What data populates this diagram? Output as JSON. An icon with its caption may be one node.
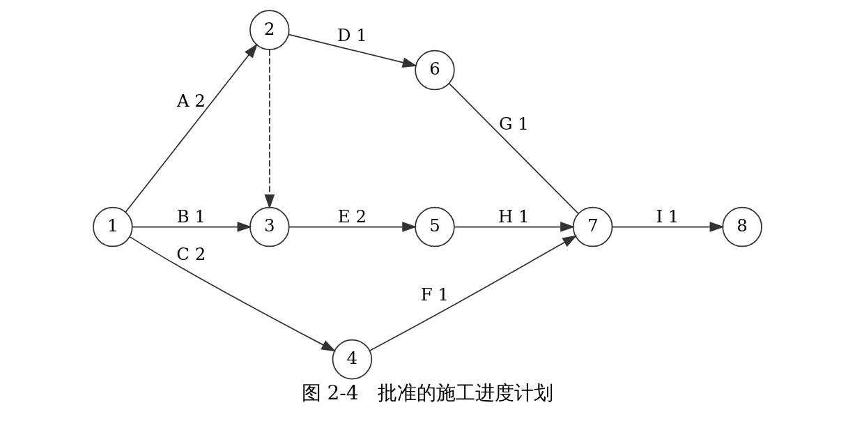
{
  "diagram": {
    "caption": "图 2-4　批准的施工进度计划",
    "nodes": [
      {
        "text": [
          "1"
        ]
      },
      {
        "text": [
          "2"
        ]
      },
      {
        "text": [
          "3"
        ]
      },
      {
        "text": [
          "4"
        ]
      },
      {
        "text": [
          "5"
        ]
      },
      {
        "text": [
          "6"
        ]
      },
      {
        "text": [
          "7"
        ]
      },
      {
        "text": [
          "8"
        ]
      }
    ],
    "edges": [
      {
        "from": 0,
        "to": 1,
        "arrow": "to",
        "label": "A 2"
      },
      {
        "from": 1,
        "to": 5,
        "arrow": "to",
        "label": "D 1"
      },
      {
        "from": 5,
        "to": 6,
        "arrow": "none",
        "label": "G 1"
      },
      {
        "from": 1,
        "to": 2,
        "arrow": "to",
        "style": "dashed"
      },
      {
        "from": 0,
        "to": 2,
        "arrow": "to",
        "label": "B 1"
      },
      {
        "from": 2,
        "to": 4,
        "arrow": "to",
        "label": "E 2"
      },
      {
        "from": 4,
        "to": 6,
        "arrow": "to",
        "label": "H 1"
      },
      {
        "from": 6,
        "to": 7,
        "arrow": "to",
        "label": "I 1"
      },
      {
        "from": 0,
        "to": 3,
        "arrow": "to",
        "label": "C 2"
      },
      {
        "from": 3,
        "to": 6,
        "arrow": "to",
        "label": "F 1"
      }
    ]
  }
}
